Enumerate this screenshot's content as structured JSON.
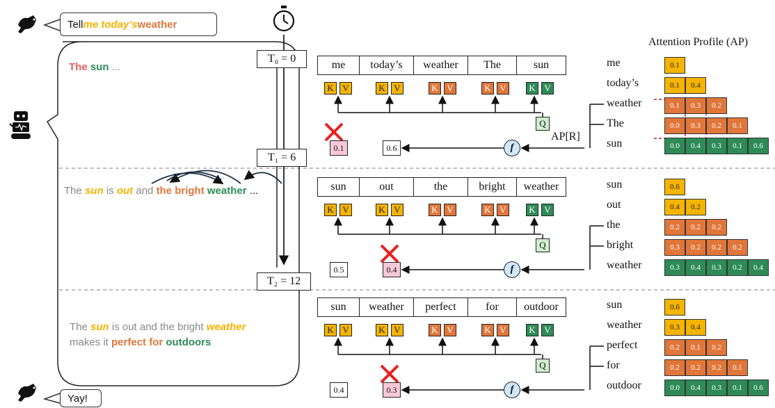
{
  "user_prompt": {
    "part1": "Tell ",
    "part2": "me today’s",
    "part3": " weather"
  },
  "user_reply": "Yay!",
  "ap_title": "Attention Profile (AP)",
  "timestamps": [
    "T₀ = 0",
    "T₁ = 6",
    "T₂ = 12"
  ],
  "gen_text": {
    "s1": {
      "a": "The",
      "b": " sun",
      "c": " ..."
    },
    "s2": {
      "a": "The ",
      "b": "sun",
      "c": " is ",
      "d": "out",
      "e": " and ",
      "f": "the bright",
      "g": " weather",
      "h": " ..."
    },
    "s3": {
      "a": "The ",
      "b": "sun",
      "c": " is out and the bright ",
      "d": "weather",
      "e": "makes it ",
      "f": "perfect for",
      "g": " outdoors"
    }
  },
  "kv": {
    "k": "K",
    "v": "V",
    "q": "Q",
    "f": "f"
  },
  "ap_r_label": "AP[R]",
  "panels": [
    {
      "tokens": [
        "me",
        "today’s",
        "weather",
        "The",
        "sun"
      ],
      "scores": {
        "left": "0.1",
        "right": "0.6"
      },
      "ap_labels": [
        "me",
        "today’s",
        "weather",
        "The",
        "sun"
      ],
      "ap_rows": [
        [
          "0.1"
        ],
        [
          "0.1",
          "0.4"
        ],
        [
          "0.1",
          "0.3",
          "0.2"
        ],
        [
          "0.0",
          "0.3",
          "0.2",
          "0.1"
        ],
        [
          "0.0",
          "0.4",
          "0.3",
          "0.1",
          "0.6"
        ]
      ]
    },
    {
      "tokens": [
        "sun",
        "out",
        "the",
        "bright",
        "weather"
      ],
      "scores": {
        "left": "0.5",
        "right": "0.4"
      },
      "ap_labels": [
        "sun",
        "out",
        "the",
        "bright",
        "weather"
      ],
      "ap_rows": [
        [
          "0.6"
        ],
        [
          "0.4",
          "0.2"
        ],
        [
          "0.2",
          "0.2",
          "0.2"
        ],
        [
          "0.3",
          "0.2",
          "0.2",
          "0.2"
        ],
        [
          "0.3",
          "0.4",
          "0.3",
          "0.2",
          "0.4"
        ]
      ]
    },
    {
      "tokens": [
        "sun",
        "weather",
        "perfect",
        "for",
        "outdoor"
      ],
      "scores": {
        "left": "0.4",
        "right": "0.3"
      },
      "ap_labels": [
        "sun",
        "weather",
        "perfect",
        "for",
        "outdoor"
      ],
      "ap_rows": [
        [
          "0.6"
        ],
        [
          "0.3",
          "0.4"
        ],
        [
          "0.2",
          "0.1",
          "0.2"
        ],
        [
          "0.2",
          "0.2",
          "0.2",
          "0.1"
        ],
        [
          "0.0",
          "0.4",
          "0.3",
          "0.1",
          "0.6"
        ]
      ]
    }
  ],
  "colors": {
    "yellow": "#f4b400",
    "orange": "#e0763a",
    "green": "#2e8b57",
    "pink": "#f8c8d8",
    "query": "#cfeecf",
    "f_circle": "#cfe8fb",
    "cross": "#e8201e"
  }
}
